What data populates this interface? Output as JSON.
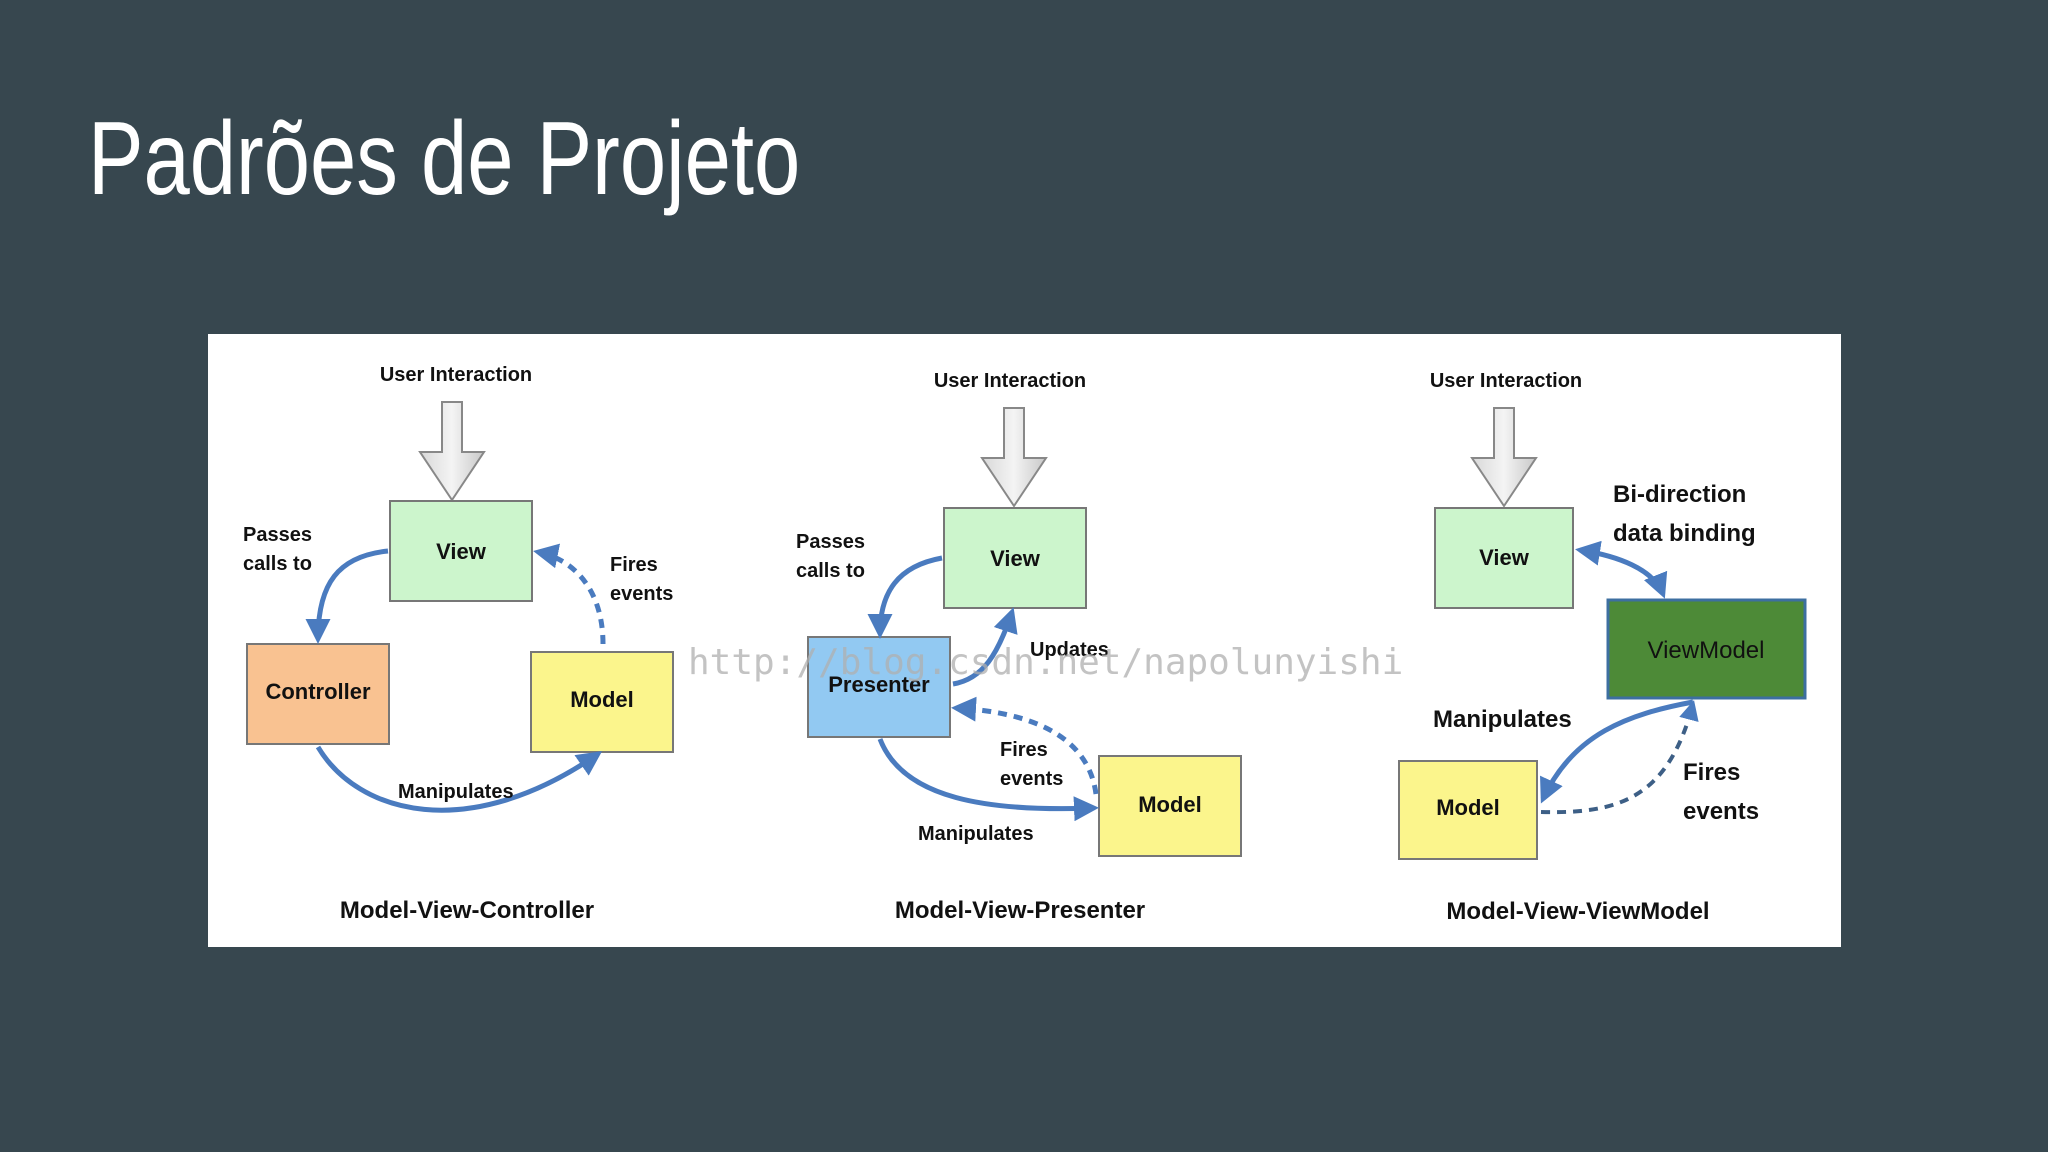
{
  "slide": {
    "title": "Padrões de Projeto"
  },
  "watermark": "http://blog.csdn.net/napolunyishi",
  "diagrams": {
    "mvc": {
      "caption": "Model-View-Controller",
      "user_interaction": "User Interaction",
      "view": "View",
      "controller": "Controller",
      "model": "Model",
      "passes_calls_1": "Passes",
      "passes_calls_2": "calls to",
      "fires_events_1": "Fires",
      "fires_events_2": "events",
      "manipulates": "Manipulates"
    },
    "mvp": {
      "caption": "Model-View-Presenter",
      "user_interaction": "User Interaction",
      "view": "View",
      "presenter": "Presenter",
      "model": "Model",
      "passes_calls_1": "Passes",
      "passes_calls_2": "calls to",
      "updates": "Updates",
      "fires_events_1": "Fires",
      "fires_events_2": "events",
      "manipulates": "Manipulates"
    },
    "mvvm": {
      "caption": "Model-View-ViewModel",
      "user_interaction": "User Interaction",
      "view": "View",
      "viewmodel": "ViewModel",
      "model": "Model",
      "bidirection_1": "Bi-direction",
      "bidirection_2": "data binding",
      "manipulates": "Manipulates",
      "fires_events_1": "Fires",
      "fires_events_2": "events"
    }
  },
  "colors": {
    "background": "#37474f",
    "view_box": "#ccf5cc",
    "controller_box": "#f9c291",
    "model_box": "#fbf58c",
    "presenter_box": "#92c9f2",
    "viewmodel_box": "#4d8a37",
    "arrow_blue": "#4a7bbf"
  }
}
